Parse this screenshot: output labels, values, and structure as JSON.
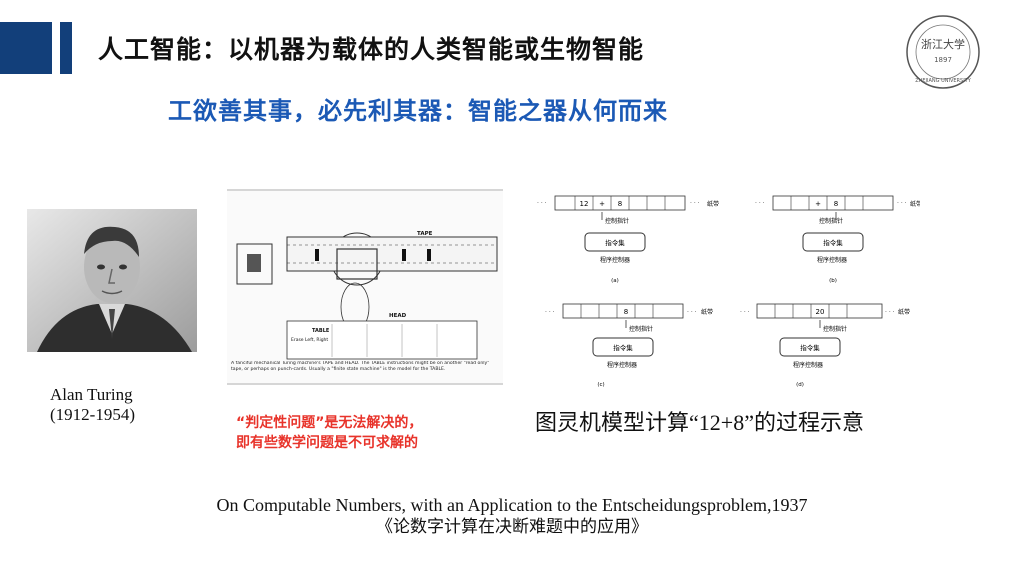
{
  "header": {
    "title": "人工智能：以机器为载体的人类智能或生物智能",
    "subtitle": "工欲善其事，必先利其器：智能之器从何而来",
    "logo_text_top": "浙江大学",
    "logo_text_year": "1897",
    "logo_text_bottom": "ZHEJIANG UNIVERSITY"
  },
  "turing": {
    "name": "Alan Turing",
    "years": "(1912-1954)"
  },
  "tm_figure": {
    "tape_label": "TAPE",
    "head_label": "HEAD",
    "table_label": "TABLE",
    "control_label": "Erase\nLeft, Right",
    "caption": "A fanciful mechanical Turing machine's TAPE and HEAD. The TABLE instructions might be on another \"read only\" tape, or perhaps on punch-cards. Usually a \"finite state machine\" is the model for the TABLE."
  },
  "decidability_note": {
    "line1": "“判定性问题”是无法解决的，",
    "line2": "即有些数学问题是不可求解的"
  },
  "steps_figure": {
    "tape_label": "纸带",
    "pointer_label": "控制指针",
    "instruction_label": "指令集",
    "controller_label": "程序控制器",
    "panels": [
      {
        "id": "(a)",
        "cells": [
          "12",
          "+",
          "8"
        ]
      },
      {
        "id": "(b)",
        "cells": [
          "",
          "+",
          "8"
        ]
      },
      {
        "id": "(c)",
        "cells": [
          "",
          "",
          "8"
        ]
      },
      {
        "id": "(d)",
        "cells": [
          "",
          "20",
          ""
        ]
      }
    ],
    "caption_pre": "图灵机模型计算",
    "caption_expr": "“12+8”",
    "caption_post": "的过程示意"
  },
  "reference": {
    "en": "On Computable Numbers, with an Application to the Entscheidungsproblem,1937",
    "zh": "《论数字计算在决断难题中的应用》"
  },
  "colors": {
    "navy": "#123f7a",
    "subtitle_blue": "#1b59b5",
    "note_red": "#e8332a"
  }
}
